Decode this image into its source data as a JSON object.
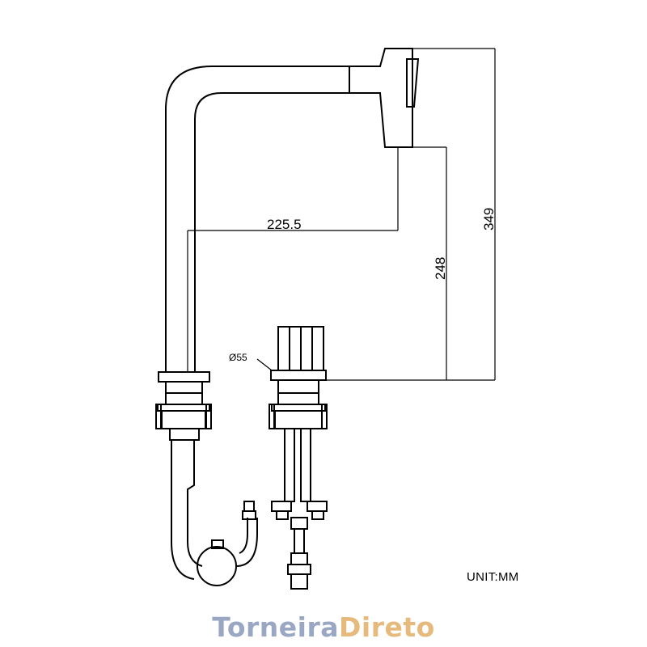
{
  "dimensions": {
    "reach": "225.5",
    "spout_height": "248",
    "total_height": "349",
    "base_diameter": "Ø55"
  },
  "unit_label": "UNIT:MM",
  "watermark": {
    "part1": "Torneira",
    "part2": "Direto"
  },
  "colors": {
    "line": "#000000",
    "watermark_blue": "#9aa7c2",
    "watermark_orange": "#e6b97d"
  }
}
